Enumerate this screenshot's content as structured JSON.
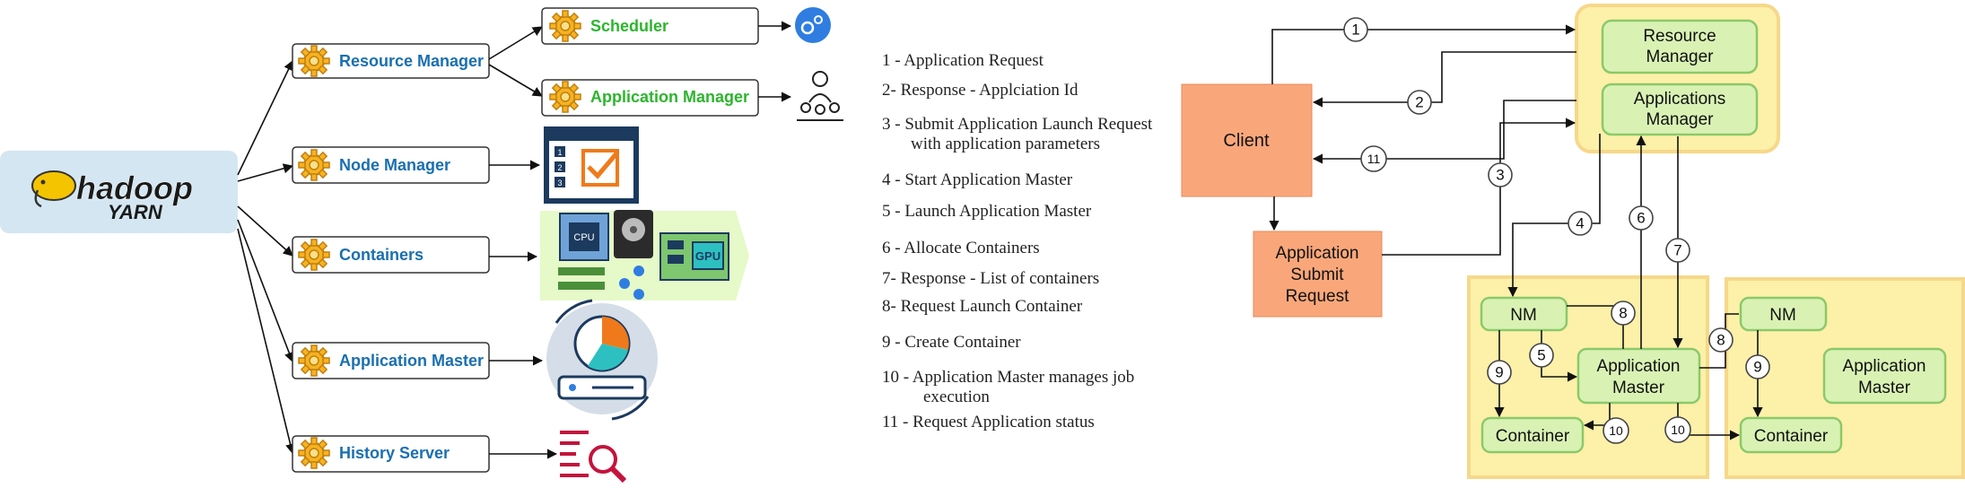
{
  "yarn": {
    "logo_word": "hadoop",
    "logo_sub": "YARN"
  },
  "components": [
    {
      "label": "Resource Manager",
      "color": "#1a6fb0"
    },
    {
      "label": "Node Manager",
      "color": "#1a6fb0"
    },
    {
      "label": "Containers",
      "color": "#1a6fb0"
    },
    {
      "label": "Application Master",
      "color": "#1a6fb0"
    },
    {
      "label": "History Server",
      "color": "#1a6fb0"
    }
  ],
  "rm_children": [
    {
      "label": "Scheduler",
      "color": "#2db52d"
    },
    {
      "label": "Application Manager",
      "color": "#2db52d"
    }
  ],
  "icons": {
    "gpu_label": "GPU",
    "cpu_label": "CPU",
    "list_numbers": [
      "1",
      "2",
      "3"
    ]
  },
  "steps": [
    "1 - Application Request",
    "2-  Response - Applciation Id",
    "3 - Submit Application Launch Request",
    "with application parameters",
    "4 - Start Application Master",
    "5 - Launch Application Master",
    "6 - Allocate Containers",
    "7- Response - List of containers",
    "8- Request Launch Container",
    "9 - Create Container",
    "10 - Application Master manages job",
    "execution",
    "11 - Request Application status"
  ],
  "flow": {
    "client": "Client",
    "app_submit": [
      "Application",
      "Submit",
      "Request"
    ],
    "resource_manager": [
      "Resource",
      "Manager"
    ],
    "applications_manager": [
      "Applications",
      "Manager"
    ],
    "nm": "NM",
    "app_master": [
      "Application",
      "Master"
    ],
    "container": "Container",
    "numbers": [
      "1",
      "2",
      "3",
      "4",
      "5",
      "6",
      "7",
      "8",
      "9",
      "10",
      "11"
    ]
  },
  "colors": {
    "panel_blue": "#d4e6f1",
    "client_orange": "#f9a77a",
    "yellow_panel": "#fdf0a8",
    "green_node": "#d9f2b4",
    "green_border": "#8bc96a"
  }
}
